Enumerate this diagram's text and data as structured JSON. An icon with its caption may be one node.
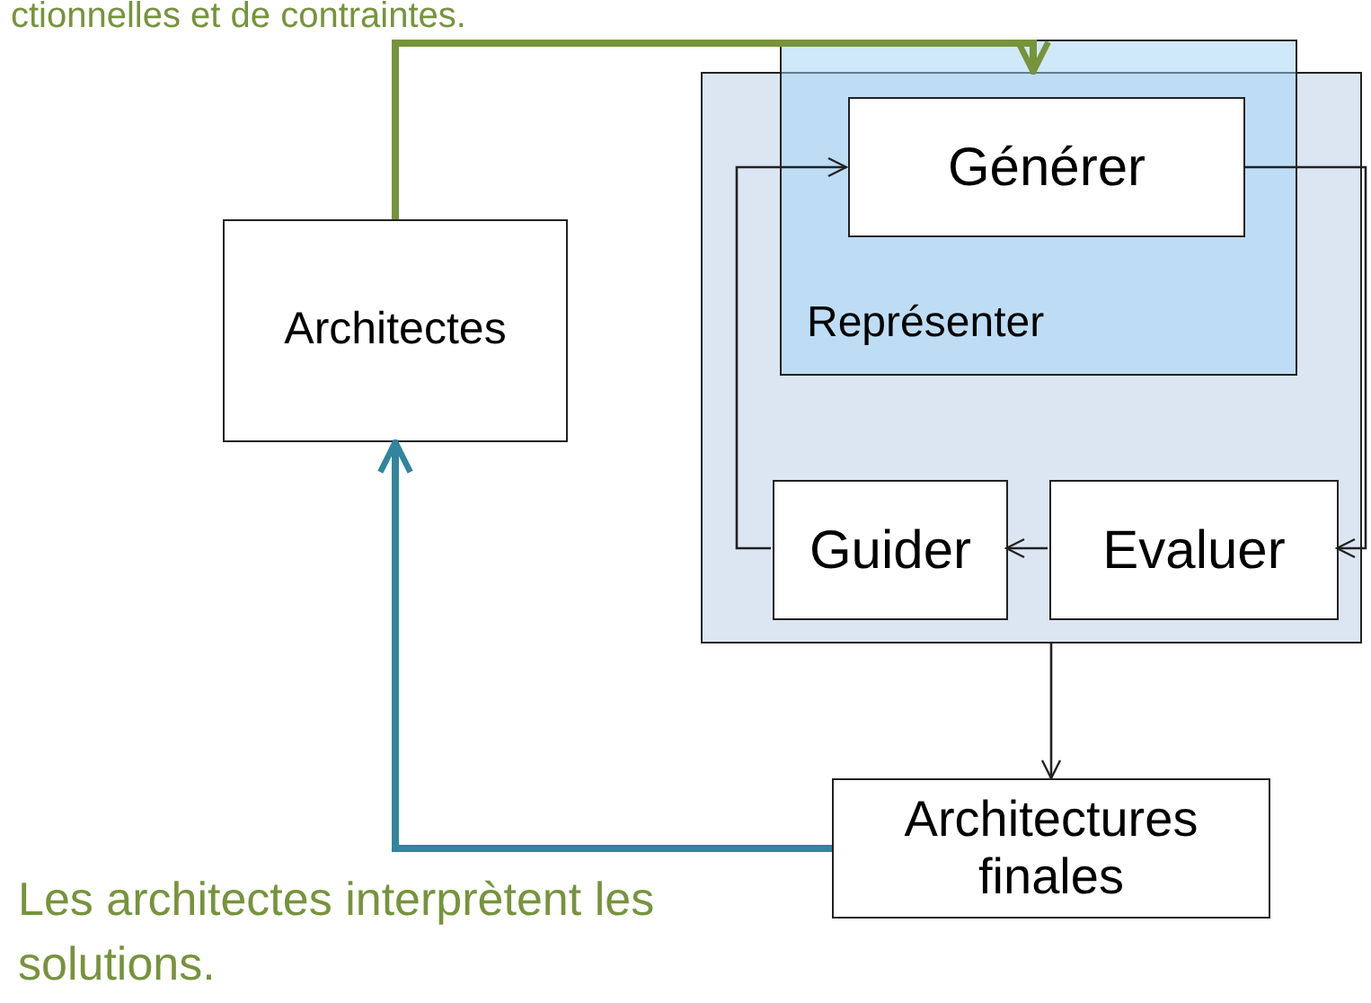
{
  "diagram": {
    "nodes": [
      {
        "text": [],
        "shape": "box"
      },
      {
        "text": [
          "Représenter"
        ]
      },
      {
        "text": [
          "Générer"
        ],
        "in": 1
      },
      {
        "text": [
          "Architectes"
        ]
      },
      {
        "text": [
          "Guider"
        ],
        "in": 0
      },
      {
        "text": [
          "Evaluer"
        ],
        "in": 0
      },
      {
        "text": [
          "Architectures finales"
        ]
      }
    ],
    "edges": [
      {
        "from": 3,
        "to": 0,
        "arrow": "to",
        "style": "thick",
        "color": "#77933c"
      },
      {
        "from": 6,
        "to": 3,
        "arrow": "to",
        "style": "thick",
        "color": "#31859c"
      },
      {
        "from": 0,
        "to": 6,
        "arrow": "to"
      },
      {
        "from": 2,
        "to": 5,
        "arrow": "to"
      },
      {
        "from": 5,
        "to": 4,
        "arrow": "to"
      },
      {
        "from": 4,
        "to": 2,
        "arrow": "to"
      }
    ],
    "labels": [
      "ctionnelles et de contraintes.",
      "Les architectes interprètent les solutions."
    ]
  }
}
